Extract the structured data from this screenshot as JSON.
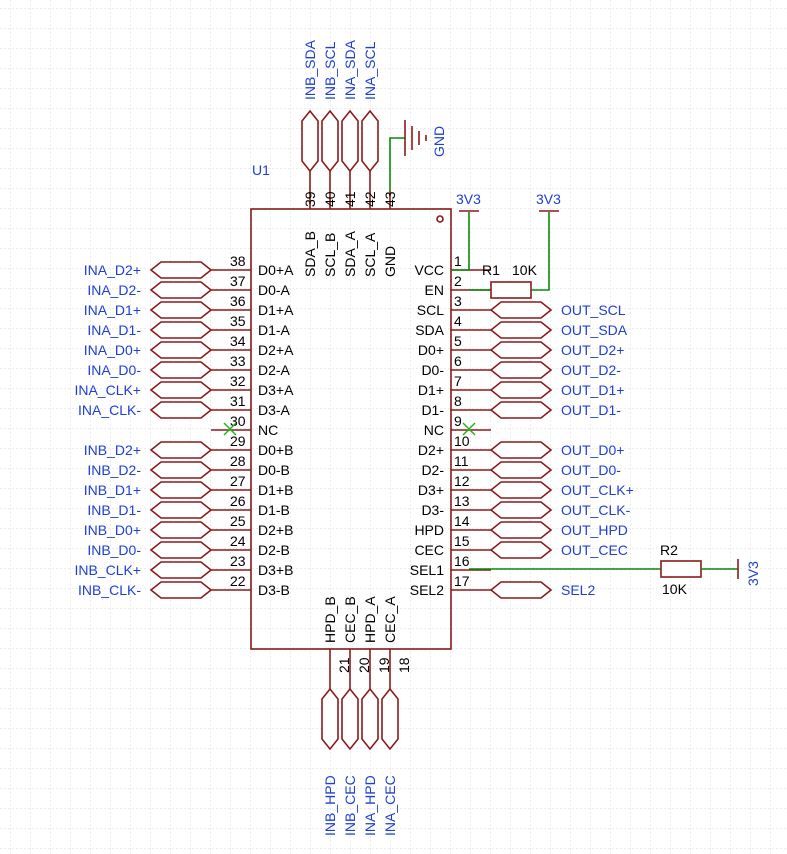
{
  "component": {
    "designator": "U1"
  },
  "left_pins": [
    {
      "num": "38",
      "name": "D0+A",
      "net": "INA_D2+"
    },
    {
      "num": "37",
      "name": "D0-A",
      "net": "INA_D2-"
    },
    {
      "num": "36",
      "name": "D1+A",
      "net": "INA_D1+"
    },
    {
      "num": "35",
      "name": "D1-A",
      "net": "INA_D1-"
    },
    {
      "num": "34",
      "name": "D2+A",
      "net": "INA_D0+"
    },
    {
      "num": "33",
      "name": "D2-A",
      "net": "INA_D0-"
    },
    {
      "num": "32",
      "name": "D3+A",
      "net": "INA_CLK+"
    },
    {
      "num": "31",
      "name": "D3-A",
      "net": "INA_CLK-"
    },
    {
      "num": "30",
      "name": "NC",
      "net": ""
    },
    {
      "num": "29",
      "name": "D0+B",
      "net": "INB_D2+"
    },
    {
      "num": "28",
      "name": "D0-B",
      "net": "INB_D2-"
    },
    {
      "num": "27",
      "name": "D1+B",
      "net": "INB_D1+"
    },
    {
      "num": "26",
      "name": "D1-B",
      "net": "INB_D1-"
    },
    {
      "num": "25",
      "name": "D2+B",
      "net": "INB_D0+"
    },
    {
      "num": "24",
      "name": "D2-B",
      "net": "INB_D0-"
    },
    {
      "num": "23",
      "name": "D3+B",
      "net": "INB_CLK+"
    },
    {
      "num": "22",
      "name": "D3-B",
      "net": "INB_CLK-"
    }
  ],
  "right_pins": [
    {
      "num": "1",
      "name": "VCC",
      "net": ""
    },
    {
      "num": "2",
      "name": "EN",
      "net": ""
    },
    {
      "num": "3",
      "name": "SCL",
      "net": "OUT_SCL"
    },
    {
      "num": "4",
      "name": "SDA",
      "net": "OUT_SDA"
    },
    {
      "num": "5",
      "name": "D0+",
      "net": "OUT_D2+"
    },
    {
      "num": "6",
      "name": "D0-",
      "net": "OUT_D2-"
    },
    {
      "num": "7",
      "name": "D1+",
      "net": "OUT_D1+"
    },
    {
      "num": "8",
      "name": "D1-",
      "net": "OUT_D1-"
    },
    {
      "num": "9",
      "name": "NC",
      "net": ""
    },
    {
      "num": "10",
      "name": "D2+",
      "net": "OUT_D0+"
    },
    {
      "num": "11",
      "name": "D2-",
      "net": "OUT_D0-"
    },
    {
      "num": "12",
      "name": "D3+",
      "net": "OUT_CLK+"
    },
    {
      "num": "13",
      "name": "D3-",
      "net": "OUT_CLK-"
    },
    {
      "num": "14",
      "name": "HPD",
      "net": "OUT_HPD"
    },
    {
      "num": "15",
      "name": "CEC",
      "net": "OUT_CEC"
    },
    {
      "num": "16",
      "name": "SEL1",
      "net": ""
    },
    {
      "num": "17",
      "name": "SEL2",
      "net": "SEL2"
    }
  ],
  "top_pins": [
    {
      "num": "39",
      "name": "SDA_B",
      "net": "INB_SDA"
    },
    {
      "num": "40",
      "name": "SCL_B",
      "net": "INB_SCL"
    },
    {
      "num": "41",
      "name": "SDA_A",
      "net": "INA_SDA"
    },
    {
      "num": "42",
      "name": "SCL_A",
      "net": "INA_SCL"
    },
    {
      "num": "43",
      "name": "GND",
      "net": ""
    }
  ],
  "bottom_pins": [
    {
      "num": "21",
      "name": "HPD_B",
      "net": "INB_HPD"
    },
    {
      "num": "20",
      "name": "CEC_B",
      "net": "INB_CEC"
    },
    {
      "num": "19",
      "name": "HPD_A",
      "net": "INA_HPD"
    },
    {
      "num": "18",
      "name": "CEC_A",
      "net": "INA_CEC"
    }
  ],
  "power": {
    "gnd": "GND",
    "vcc1": "3V3",
    "vcc2": "3V3",
    "vcc3": "3V3"
  },
  "r1": {
    "designator": "R1",
    "value": "10K"
  },
  "r2": {
    "designator": "R2",
    "value": "10K"
  },
  "colors": {
    "wire": "#0a8a0a",
    "symbol": "#8b1a1a",
    "label": "#1f3fd4",
    "grid": "#d8d8d8",
    "nc": "#19b519"
  }
}
